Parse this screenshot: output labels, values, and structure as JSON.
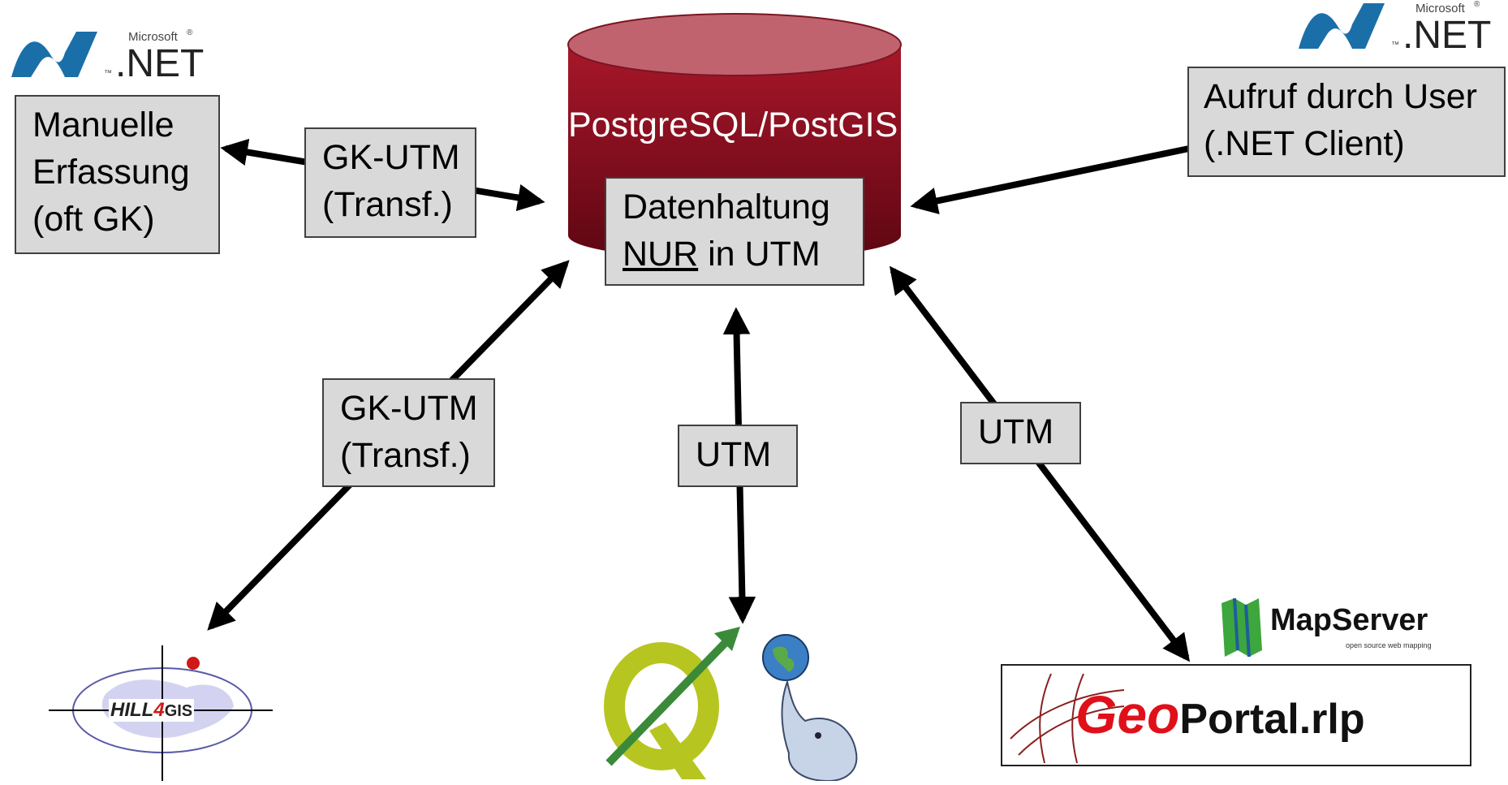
{
  "database": {
    "title": "PostgreSQL/PostGIS",
    "storage_line1": "Datenhaltung",
    "storage_line2_underlined": "NUR",
    "storage_line2_rest": " in UTM",
    "colors": {
      "top": "#c0636f",
      "body": "#8b0d1c"
    }
  },
  "nodes": {
    "manual": {
      "lines": [
        "Manuelle",
        "Erfassung",
        "(oft GK)"
      ]
    },
    "client": {
      "lines": [
        "Aufruf durch User",
        "(.NET Client)"
      ]
    }
  },
  "edge_labels": {
    "top_left": {
      "lines": [
        "GK-UTM",
        "(Transf.)"
      ]
    },
    "bottom_left": {
      "lines": [
        "GK-UTM",
        "(Transf.)"
      ]
    },
    "bottom_center": {
      "lines": [
        "UTM"
      ]
    },
    "bottom_right": {
      "lines": [
        "UTM"
      ]
    }
  },
  "logos": {
    "dotnet": {
      "brand": "Microsoft",
      "mark": "®",
      "text": ".NET",
      "tm": "™"
    },
    "hill4gis": {
      "prefix": "HILL",
      "digit": "4",
      "suffix": "GIS"
    },
    "mapserver": {
      "name": "MapServer",
      "tagline": "open source web mapping"
    },
    "geoportal": {
      "geo": "Geo",
      "rest": "Portal.rlp"
    },
    "qgis": {
      "icon": "qgis-q-icon"
    },
    "postgis": {
      "icon": "elephant-globe-icon"
    }
  },
  "colors": {
    "box_fill": "#d9d9d9",
    "arrow": "#000000",
    "dotnet_blue": "#1b6fa8",
    "geoportal_red": "#e0101a",
    "mapserver_green": "#3da63d"
  }
}
